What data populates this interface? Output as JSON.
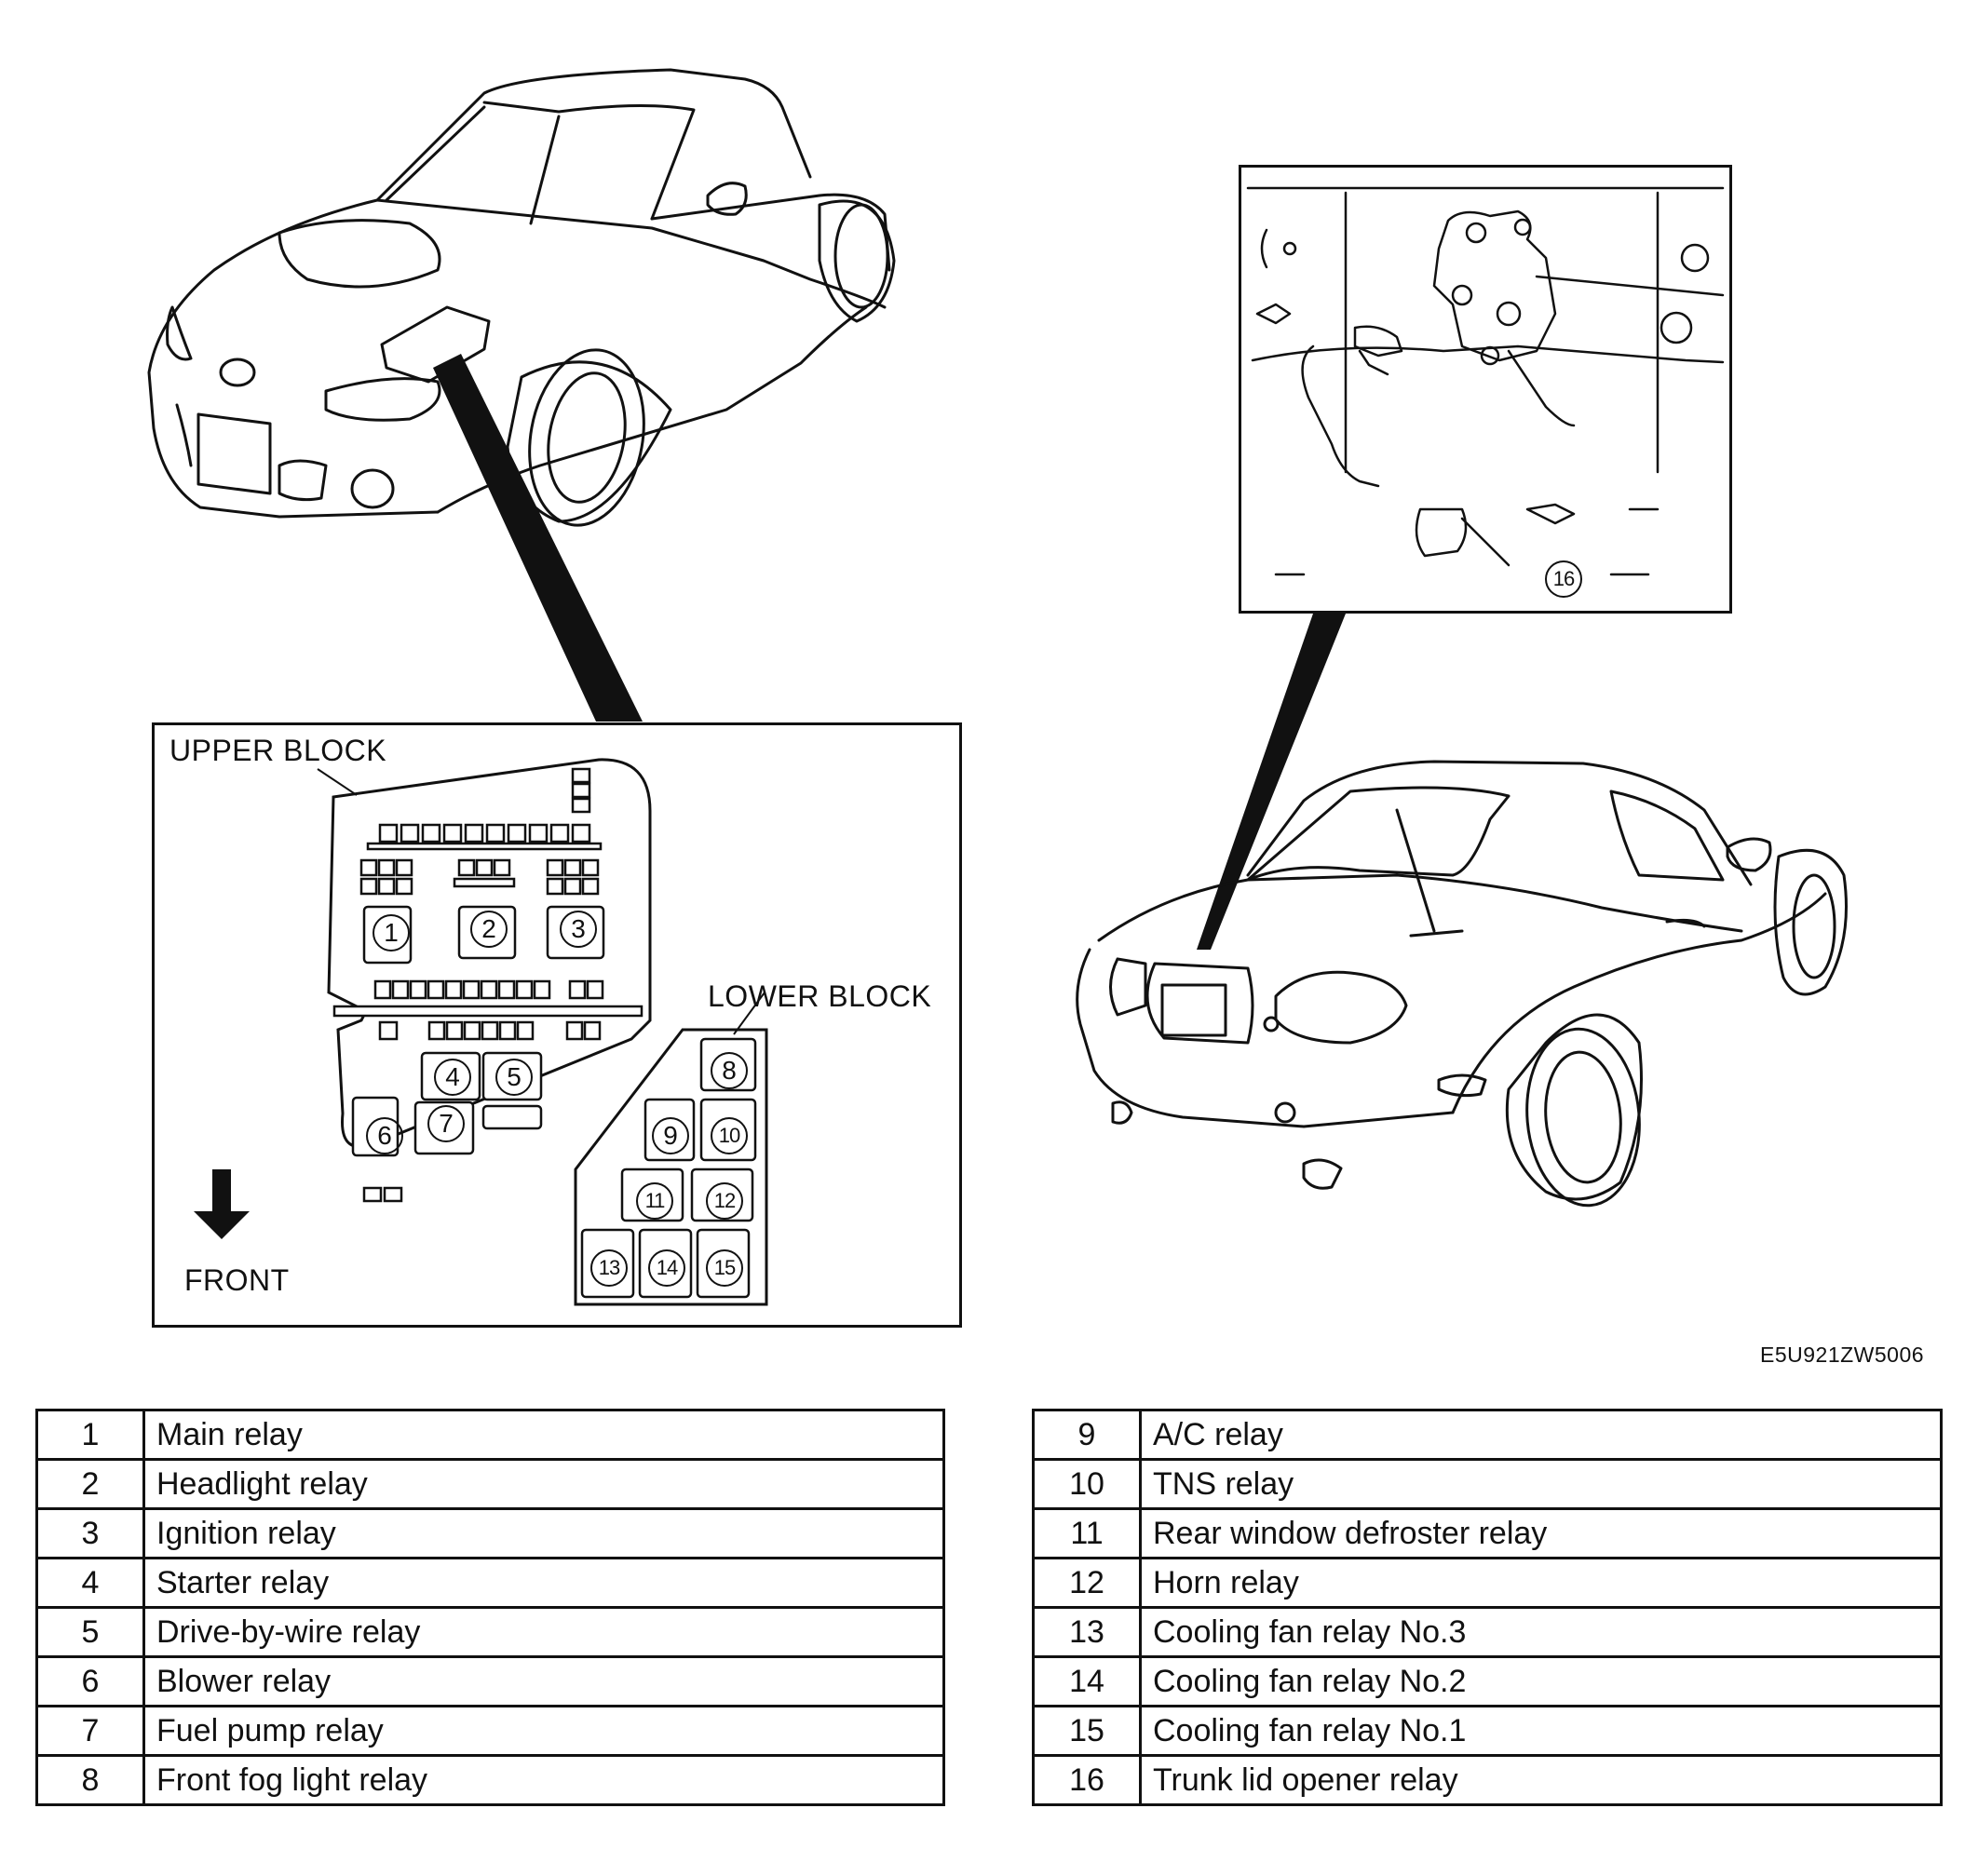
{
  "diagram": {
    "upper_block_label": "UPPER BLOCK",
    "lower_block_label": "LOWER BLOCK",
    "front_label": "FRONT",
    "figure_code": "E5U921ZW5006",
    "relay_markers": {
      "r1": "1",
      "r2": "2",
      "r3": "3",
      "r4": "4",
      "r5": "5",
      "r6": "6",
      "r7": "7",
      "r8": "8",
      "r9": "9",
      "r10": "10",
      "r11": "11",
      "r12": "12",
      "r13": "13",
      "r14": "14",
      "r15": "15",
      "r16": "16"
    }
  },
  "legend": {
    "left": [
      {
        "num": "1",
        "name": "Main relay"
      },
      {
        "num": "2",
        "name": "Headlight relay"
      },
      {
        "num": "3",
        "name": "Ignition relay"
      },
      {
        "num": "4",
        "name": "Starter relay"
      },
      {
        "num": "5",
        "name": "Drive-by-wire relay"
      },
      {
        "num": "6",
        "name": "Blower relay"
      },
      {
        "num": "7",
        "name": "Fuel pump relay"
      },
      {
        "num": "8",
        "name": "Front fog light relay"
      }
    ],
    "right": [
      {
        "num": "9",
        "name": "A/C relay"
      },
      {
        "num": "10",
        "name": "TNS relay"
      },
      {
        "num": "11",
        "name": "Rear window defroster relay"
      },
      {
        "num": "12",
        "name": "Horn relay"
      },
      {
        "num": "13",
        "name": "Cooling fan relay No.3"
      },
      {
        "num": "14",
        "name": "Cooling fan relay No.2"
      },
      {
        "num": "15",
        "name": "Cooling fan relay No.1"
      },
      {
        "num": "16",
        "name": "Trunk lid opener relay"
      }
    ]
  }
}
